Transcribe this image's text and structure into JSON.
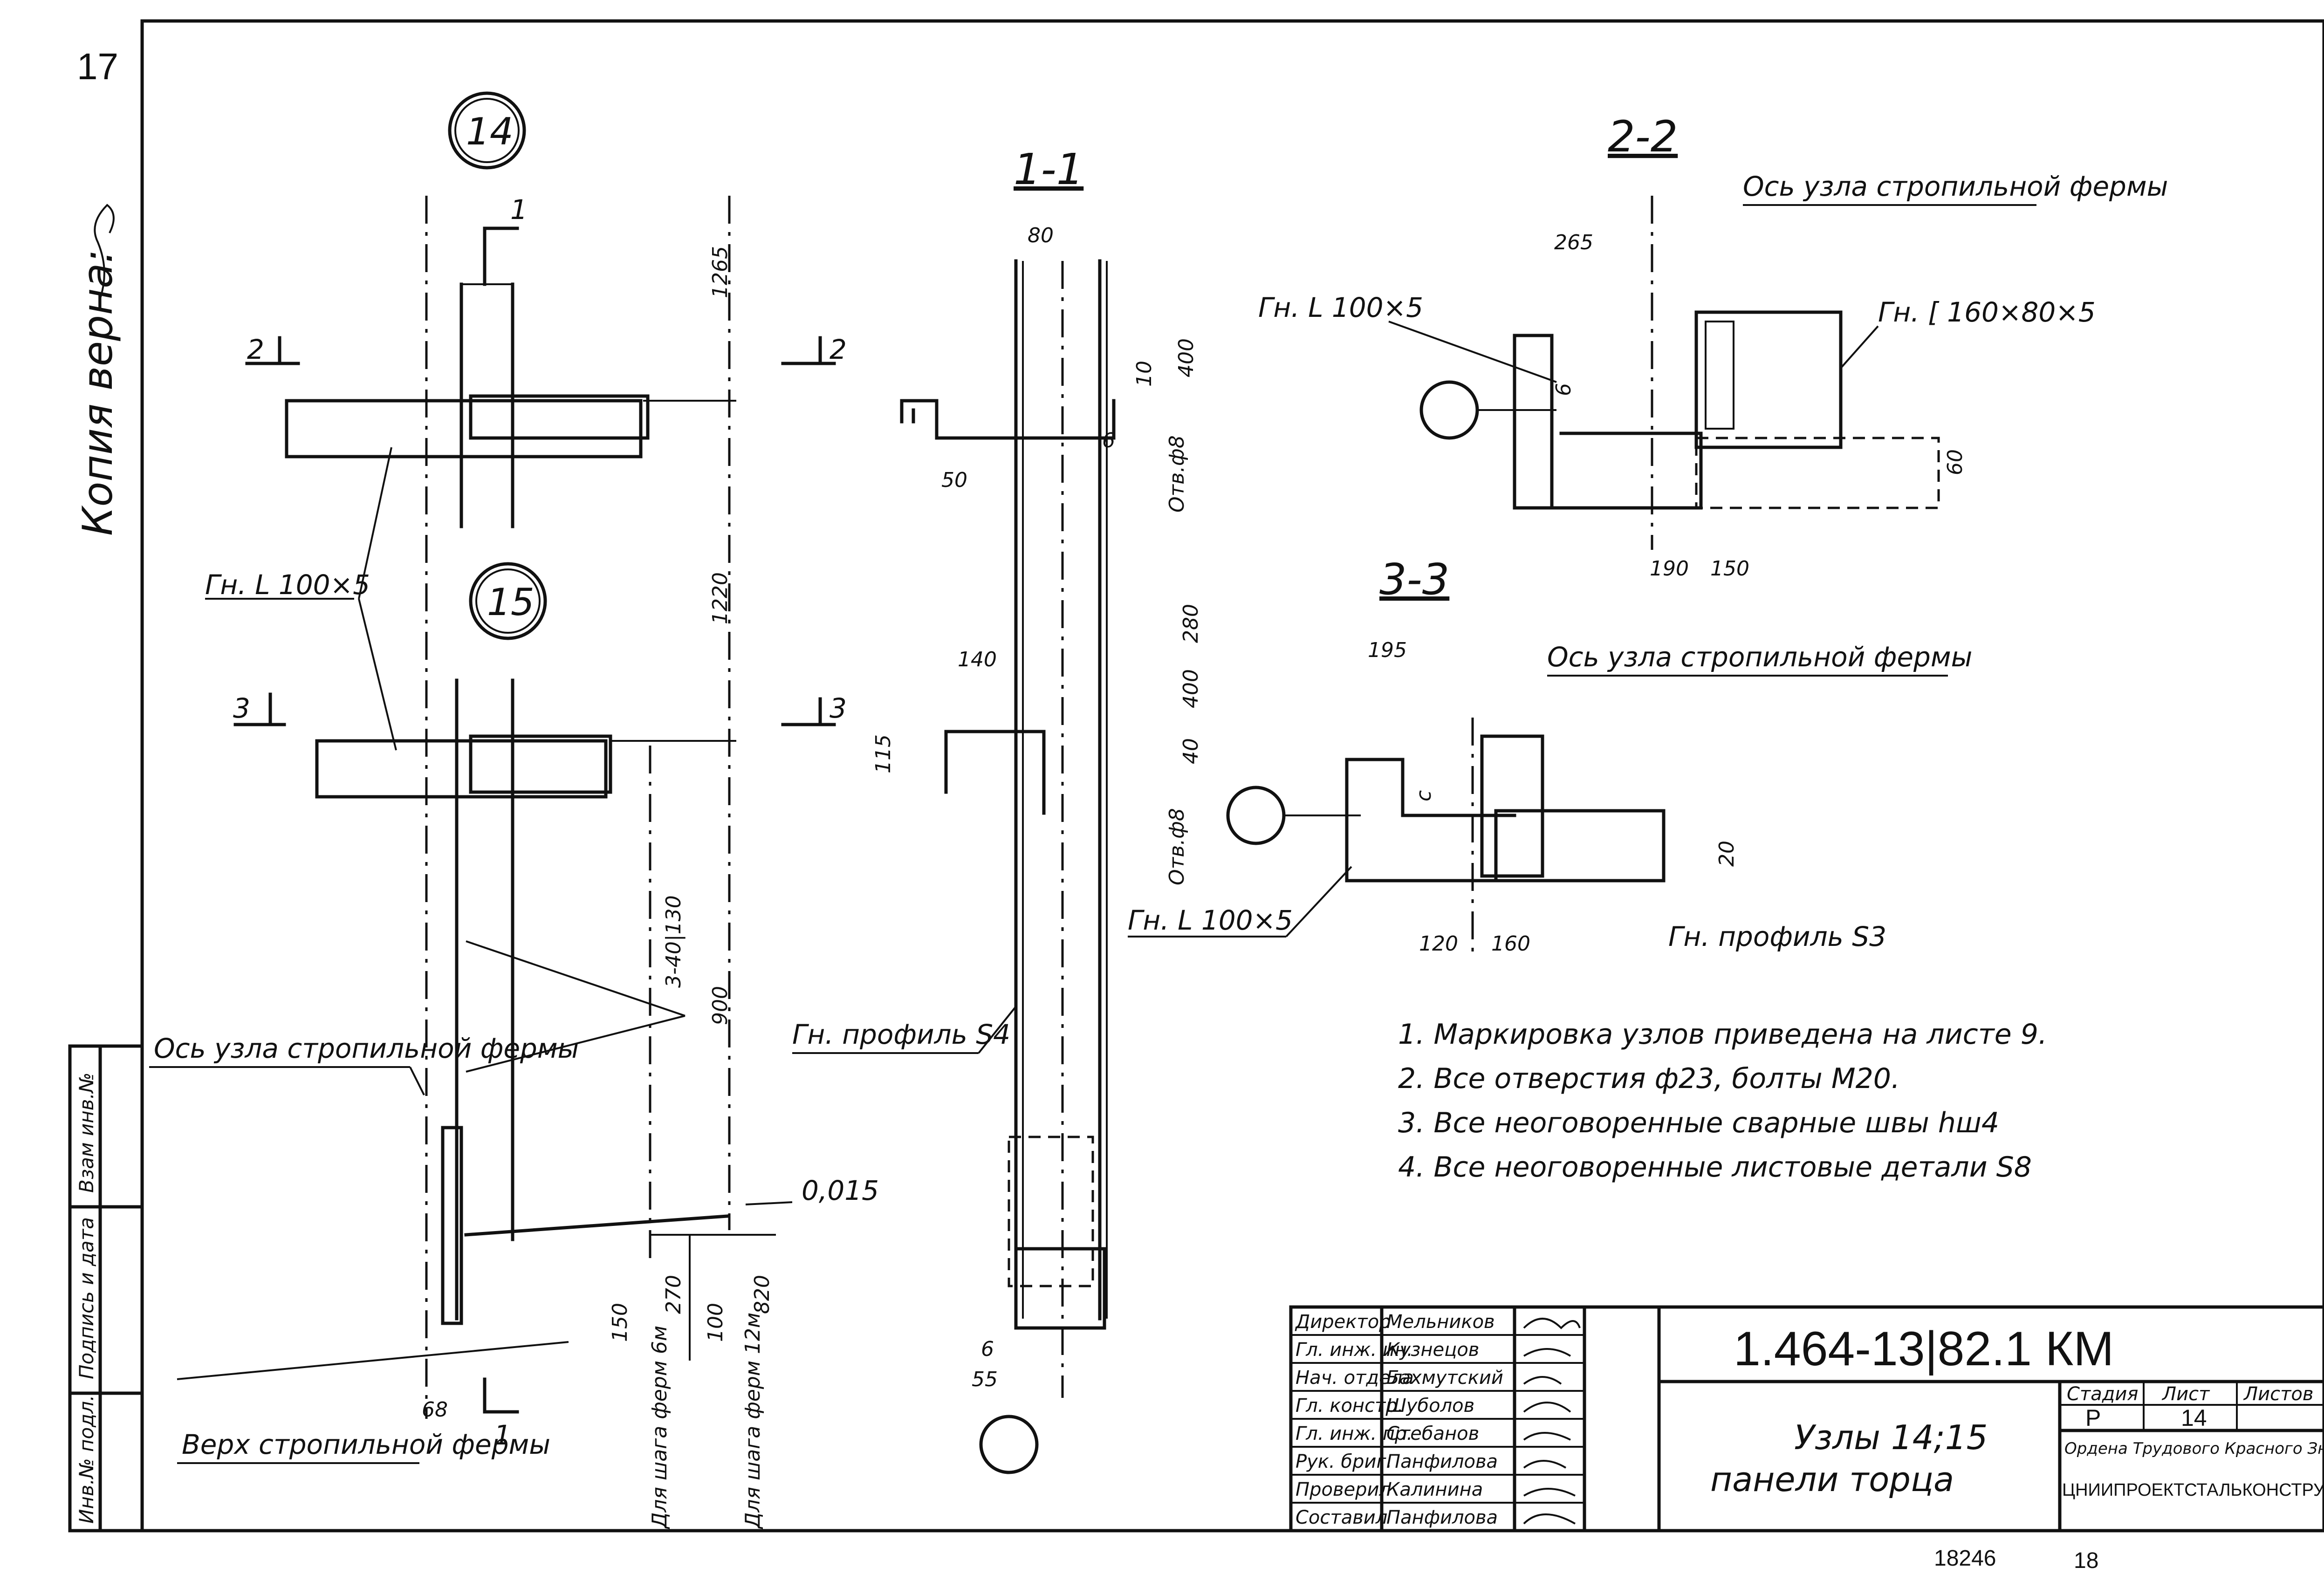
{
  "page": {
    "sheet_number_top": "17",
    "copy_note": "Копия верна:",
    "bottom_numbers": [
      "18246",
      "18"
    ]
  },
  "side_stamp": [
    "Взам инв.№",
    "Подпись и дата",
    "Инв.№ подл."
  ],
  "node_markers": [
    "14",
    "15"
  ],
  "section_titles": [
    "1-1",
    "2-2",
    "3-3"
  ],
  "section_cuts": [
    "1",
    "2",
    "3",
    "1"
  ],
  "labels": {
    "angle_left": "Гн. L 100×5",
    "axis_truss_left": "Ось узла стропильной фермы",
    "top_truss": "Верх стропильной фермы",
    "profile_s4": "Гн. профиль S4",
    "angle_22": "Гн. L 100×5",
    "channel_22": "Гн. [ 160×80×5",
    "axis_22": "Ось узла стропильной фермы",
    "axis_33": "Ось узла стропильной фермы",
    "angle_33": "Гн. L 100×5",
    "profile_s3": "Гн. профиль S3",
    "step_6": "Для шага ферм 6м",
    "step_12": "Для шага ферм 12м",
    "hole": "Отв.ф8",
    "slope": "0,015",
    "bolts": "3-40|130"
  },
  "dims": {
    "main": [
      "1265",
      "1220",
      "900",
      "150",
      "270",
      "100",
      "820",
      "68"
    ],
    "sec11": [
      "80",
      "10",
      "400",
      "6",
      "50",
      "140",
      "280",
      "400",
      "40",
      "115",
      "6",
      "55"
    ],
    "sec22": [
      "265",
      "6",
      "60",
      "190",
      "150"
    ],
    "sec33": [
      "195",
      "c",
      "20",
      "120",
      "160"
    ]
  },
  "notes": [
    "1. Маркировка узлов приведена на листе 9.",
    "2. Все отверстия ф23, болты М20.",
    "3. Все неоговоренные сварные швы hш4",
    "4. Все неоговоренные листовые детали S8"
  ],
  "title_block": {
    "code": "1.464-13|82.1 КМ",
    "title": [
      "Узлы 14;15",
      "панели торца"
    ],
    "stage_header": [
      "Стадия",
      "Лист",
      "Листов"
    ],
    "stage_values": [
      "Р",
      "14",
      ""
    ],
    "org": [
      "Ордена Трудового Красного Знамени",
      "ЦНИИПРОЕКТСТАЛЬКОНСТРУКЦИЯ"
    ],
    "roles": [
      {
        "role": "Директор",
        "name": "Мельников"
      },
      {
        "role": "Гл. инж. ин.",
        "name": "Кузнецов"
      },
      {
        "role": "Нач. отдела",
        "name": "Бахмутский"
      },
      {
        "role": "Гл. констр.",
        "name": "Шуболов"
      },
      {
        "role": "Гл. инж. пр.",
        "name": "Стебанов"
      },
      {
        "role": "Рук. бриг.",
        "name": "Панфилова"
      },
      {
        "role": "Проверил",
        "name": "Калинина"
      },
      {
        "role": "Составил",
        "name": "Панфилова"
      }
    ]
  }
}
